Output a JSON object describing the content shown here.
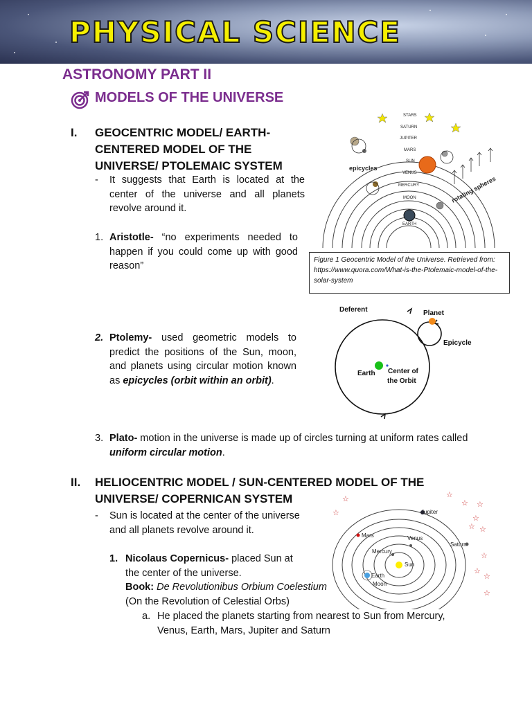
{
  "banner": {
    "title": "PHYSICAL SCIENCE"
  },
  "section": {
    "title": "ASTRONOMY PART II",
    "subtitle": "MODELS OF THE UNIVERSE",
    "subtitle_icon": "target-icon",
    "accent": "#7b2d8e"
  },
  "geo": {
    "numeral": "I.",
    "heading": [
      "GEOCENTRIC MODEL/ EARTH-",
      "CENTERED MODEL OF THE",
      "UNIVERSE/ PTOLEMAIC SYSTEM"
    ],
    "bullet": "-",
    "desc": "It suggests that Earth is located at the center of the universe and all planets revolve around it.",
    "items": [
      {
        "num": "1.",
        "name": "Aristotle-",
        "text": " “no experiments needed to happen if you could come up with good reason”"
      },
      {
        "num": "2.",
        "name": "Ptolemy-",
        "text": " used geometric models to predict the positions of the Sun, moon, and planets using circular motion known as ",
        "emph": "epicycles (orbit within an orbit)",
        "end": "."
      },
      {
        "num": "3.",
        "name": "Plato-",
        "text": " motion in the universe is made up of circles turning at uniform rates called ",
        "emph": "uniform circular motion",
        "end": "."
      }
    ]
  },
  "figure1": {
    "labels": {
      "stars": "STARS",
      "saturn": "SATURN",
      "jupiter": "JUPITER",
      "mars": "MARS",
      "sun": "SUN",
      "venus": "VENUS",
      "mercury": "MERCURY",
      "moon": "MOON",
      "earth": "EARTH",
      "epicycles": "epicycles",
      "rotating": "rotating spheres"
    },
    "caption": "Figure 1 Geocentric Model of the Universe. Retrieved from: https://www.quora.com/What-is-the-Ptolemaic-model-of-the-solar-system"
  },
  "figure2": {
    "labels": {
      "deferent": "Deferent",
      "planet": "Planet",
      "epicycle": "Epicycle",
      "earth": "Earth",
      "center": "Center of",
      "orbit": "the Orbit"
    }
  },
  "helio": {
    "numeral": "II.",
    "heading": [
      "HELIOCENTRIC MODEL / SUN-CENTERED MODEL OF THE",
      "UNIVERSE/ COPERNICAN SYSTEM"
    ],
    "bullet": "-",
    "desc": [
      "Sun is located at the center of the universe",
      "and all planets revolve around it."
    ],
    "item": {
      "num": "1.",
      "name": "Nicolaus Copernicus-",
      "text": " placed Sun at",
      "text2": "the center of the universe.",
      "book_label": "Book:",
      "book_title": " De Revolutionibus Orbium Coelestium",
      "translation": "(On the Revolution of Celestial Orbs)",
      "sub_letter": "a.",
      "sub_text": [
        "He placed the planets starting from nearest to Sun from Mercury,",
        "Venus, Earth, Mars, Jupiter and Saturn"
      ]
    }
  },
  "figure3": {
    "labels": {
      "jupiter": "Jupiter",
      "mars": "Mars",
      "venus": "Venus",
      "mercury": "Mercury",
      "saturn": "Saturn",
      "sun": "Sun",
      "earth": "Earth",
      "moon": "Moon"
    }
  }
}
